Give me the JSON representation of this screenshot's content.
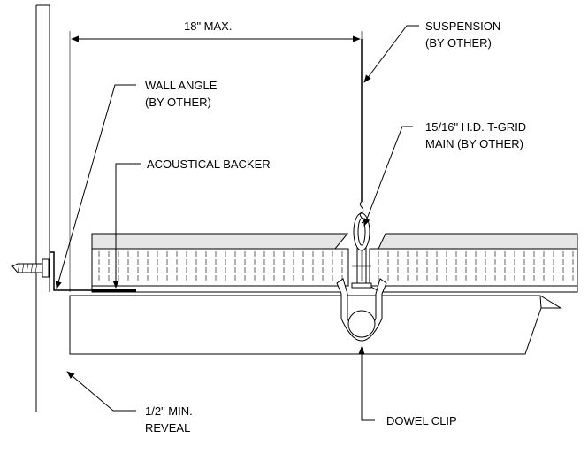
{
  "labels": {
    "dimension": "18\" MAX.",
    "suspension_1": "SUSPENSION",
    "suspension_2": "(BY OTHER)",
    "wall_angle_1": "WALL ANGLE",
    "wall_angle_2": "(BY OTHER)",
    "tgrid_1": "15/16\" H.D. T-GRID",
    "tgrid_2": "MAIN (BY OTHER)",
    "acoustical_backer": "ACOUSTICAL BACKER",
    "reveal_1": "1/2\" MIN.",
    "reveal_2": "REVEAL",
    "dowel_clip": "DOWEL CLIP"
  },
  "colors": {
    "line": "#000000",
    "panel_fill": "#e6e6e6",
    "background": "#ffffff"
  }
}
